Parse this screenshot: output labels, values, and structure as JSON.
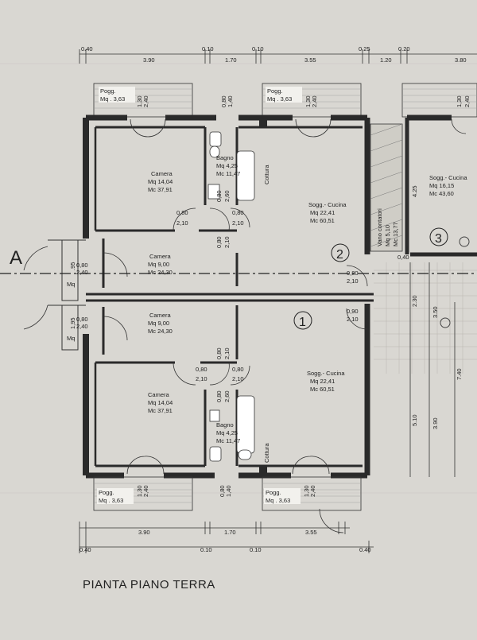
{
  "title": "PIANTA PIANO TERRA",
  "section_marker": "A",
  "units": [
    {
      "number": "1"
    },
    {
      "number": "2"
    },
    {
      "number": "3"
    }
  ],
  "rooms": [
    {
      "name": "Camera",
      "mq": "Mq 14,04",
      "mc": "Mc 37,91"
    },
    {
      "name": "Camera",
      "mq": "Mq  9,00",
      "mc": "Mc 24,30"
    },
    {
      "name": "Camera",
      "mq": "Mq  9,00",
      "mc": "Mc 24,30"
    },
    {
      "name": "Camera",
      "mq": "Mq 14,04",
      "mc": "Mc 37,91"
    },
    {
      "name": "Bagno",
      "mq": "Mq  4,25",
      "mc": "Mc 11,47"
    },
    {
      "name": "Bagno",
      "mq": "Mq  4,25",
      "mc": "Mc 11,47"
    },
    {
      "name": "Sogg.- Cucina",
      "mq": "Mq 22,41",
      "mc": "Mc 60,51"
    },
    {
      "name": "Sogg.- Cucina",
      "mq": "Mq 22,41",
      "mc": "Mc 60,51"
    },
    {
      "name": "Sogg.- Cucina",
      "mq": "Mq 16,15",
      "mc": "Mc 43,60"
    },
    {
      "name": "Vano contatori",
      "mq": "Mq  5,10",
      "mc": "Mc 13,77"
    }
  ],
  "balconies": [
    {
      "name": "Pogg.",
      "mq": "Mq . 3,63"
    },
    {
      "name": "Pogg.",
      "mq": "Mq . 3,63"
    },
    {
      "name": "Pogg.",
      "mq": "Mq . 3,63"
    },
    {
      "name": "Pogg.",
      "mq": "Mq . 3,63"
    }
  ],
  "cottura_label": "Cottura",
  "small_mq": "Mq",
  "top_dims": [
    "0.40",
    "3.90",
    "0.10",
    "1.70",
    "0.10",
    "3.55",
    "0.25",
    "1.20",
    "0.20",
    "3.80"
  ],
  "bottom_dims": [
    "3.90",
    "1.70",
    "3.55",
    "0.40",
    "0.10",
    "0.10",
    "0.40"
  ],
  "right_dims": [
    "4.25",
    "2.30",
    "3.50",
    "5.10",
    "3.90",
    "7.40"
  ],
  "door_dims": [
    "0,80",
    "2,10"
  ],
  "door_dims_2": [
    "0,80",
    "2,60"
  ],
  "door_dims_3": [
    "0,90",
    "2,10"
  ],
  "window_dims": [
    "1,30",
    "2,40"
  ],
  "window_dims_2": [
    "0,80",
    "1,40"
  ],
  "entrance_dims": [
    ".95",
    "1,95",
    "0,80",
    "2,40",
    "0,40"
  ],
  "colors": {
    "paper": "#d9d7d2",
    "ink": "#2a2a2a",
    "wall": "#2a2a2a"
  }
}
